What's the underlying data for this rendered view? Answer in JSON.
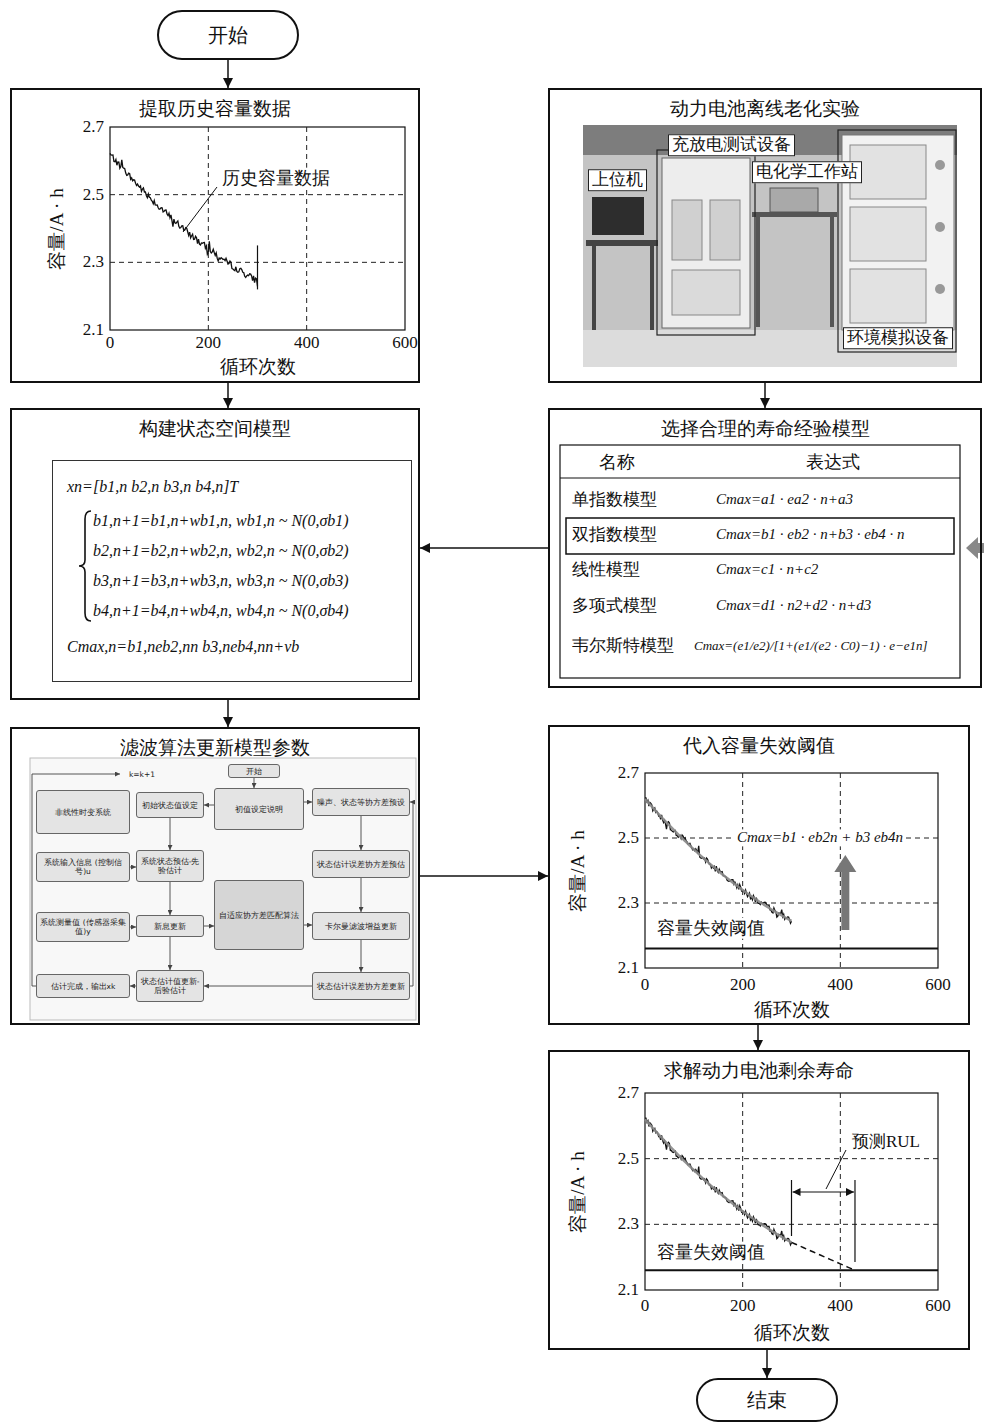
{
  "diagram": {
    "nodes": [
      {
        "text": [
          "开始"
        ]
      },
      {
        "text": [
          "提取历史容量数据"
        ]
      },
      {
        "text": [
          "动力电池离线老化实验"
        ]
      },
      {
        "text": [
          "构建状态空间模型"
        ]
      },
      {
        "text": [
          "xn=[b1,n b2,n b3,n b4,n]T",
          "b1,n+1=b1,n+wb1,n, wb1,n ~ N(0,σb1)",
          "b2,n+1=b2,n+wb2,n, wb2,n ~ N(0,σb2)",
          "b3,n+1=b3,n+wb3,n, wb3,n ~ N(0,σb3)",
          "b4,n+1=b4,n+wb4,n, wb4,n ~ N(0,σb4)",
          "Cmax,n=b1,neb2,nn b3,neb4,nn+vb"
        ],
        "in": 3
      },
      {
        "text": [
          "选择合理的寿命经验模型"
        ]
      },
      {
        "text": [
          "滤波算法更新模型参数"
        ]
      },
      {
        "text": [
          "代入容量失效阈值"
        ]
      },
      {
        "text": [
          "求解动力电池剩余寿命"
        ]
      },
      {
        "text": [
          "结束"
        ]
      }
    ],
    "edges": [
      {
        "from": 0,
        "to": 1,
        "arrow": "to"
      },
      {
        "from": 1,
        "to": 3,
        "arrow": "to"
      },
      {
        "from": 2,
        "to": 5,
        "arrow": "to"
      },
      {
        "from": 5,
        "to": 3,
        "arrow": "to"
      },
      {
        "from": 3,
        "to": 6,
        "arrow": "to"
      },
      {
        "from": 6,
        "to": 7,
        "arrow": "to"
      },
      {
        "from": 7,
        "to": 8,
        "arrow": "to"
      },
      {
        "from": 8,
        "to": 9,
        "arrow": "to"
      }
    ],
    "labels": [
      "2.7",
      "2.5",
      "2.3",
      "2.1",
      "0",
      "200",
      "400",
      "600",
      "容量/A · h",
      "循环次数",
      "历史容量数据",
      "充放电测试设备",
      "电化学工作站",
      "上位机",
      "环境模拟设备",
      "名称",
      "表达式",
      "单指数模型",
      "Cmax=a1 · ea2 · n+a3",
      "双指数模型",
      "Cmax=b1 · eb2 · n+b3 · eb4 · n",
      "线性模型",
      "Cmax=c1 · n+c2",
      "多项式模型",
      "Cmax=d1 · n2+d2 · n+d3",
      "韦尔斯特模型",
      "Cmax=(e1/e2)/[1+(e1/(e2 · C0)−1) · e−e1n]",
      "开始",
      "k=k+1",
      "非线性时变系统",
      "初始状态值设定",
      "初值设定说明",
      "噪声、状态等协方差预设",
      "系统输入信息 (控制信号)u",
      "系统状态预估-先验估计",
      "自适应协方差匹配算法",
      "状态估计误差协方差预估",
      "系统测量值 (传感器采集值)y",
      "新息更新",
      "卡尔曼滤波增益更新",
      "估计完成，输出xk",
      "状态估计值更新-后验估计",
      "状态估计误差协方差更新",
      "2.7",
      "2.5",
      "2.3",
      "2.1",
      "0",
      "200",
      "400",
      "600",
      "容量/A · h",
      "循环次数",
      "Cmax=b1 · eb2n + b3 eb4n",
      "容量失效阈值",
      "2.7",
      "2.5",
      "2.3",
      "2.1",
      "0",
      "200",
      "400",
      "600",
      "容量/A · h",
      "循环次数",
      "预测RUL",
      "容量失效阈值"
    ]
  }
}
